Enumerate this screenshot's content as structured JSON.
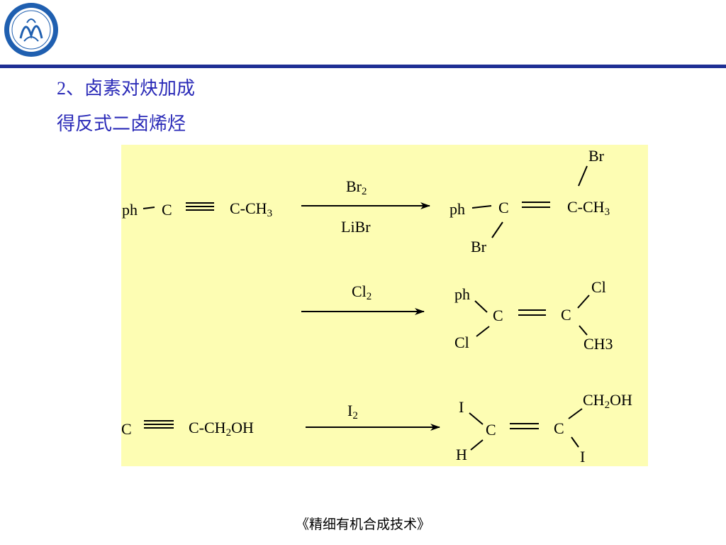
{
  "header": {
    "logo_icon": "institution-seal-logo",
    "brand_color": "#1f2f94"
  },
  "heading": {
    "line1": "2、卤素对炔加成",
    "line2": "得反式二卤烯烃",
    "color": "#2b2bb8"
  },
  "panel": {
    "background": "#fdfdb3"
  },
  "reactions": [
    {
      "reactant": {
        "left": "ph",
        "c1": "C",
        "right_prefix": "C-CH",
        "right_sub": "3"
      },
      "reagent_above": {
        "text": "Br",
        "sub": "2"
      },
      "reagent_below": "LiBr",
      "product": {
        "left": "ph",
        "c1": "C",
        "c1_sub": "Br",
        "c2_prefix": "C-CH",
        "c2_sub": "3",
        "c2_top": "Br"
      }
    },
    {
      "reagent_above": {
        "text": "Cl",
        "sub": "2"
      },
      "product": {
        "tl": "ph",
        "bl": "Cl",
        "c1": "C",
        "c2": "C",
        "tr": "Cl",
        "br": "CH3"
      }
    },
    {
      "reactant": {
        "c1": "C",
        "right_prefix": "C-CH",
        "right_sub": "2",
        "right_suffix": "OH"
      },
      "reagent_above": {
        "text": "I",
        "sub": "2"
      },
      "product": {
        "tl": "I",
        "bl": "H",
        "c1": "C",
        "c2": "C",
        "tr_prefix": "CH",
        "tr_sub": "2",
        "tr_suffix": "OH",
        "br": "I"
      }
    }
  ],
  "footer": {
    "text": "《精细有机合成技术》"
  }
}
